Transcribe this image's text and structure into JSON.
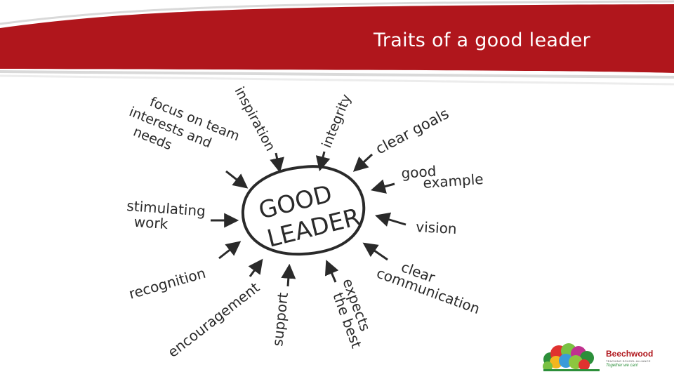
{
  "slide": {
    "title": "Traits of a good leader",
    "accent_color": "#b0161c"
  },
  "diagram": {
    "center": {
      "line1": "GOOD",
      "line2": "LEADER"
    },
    "traits": [
      {
        "id": "focus",
        "lines": [
          "focus on team",
          "interests and",
          "needs"
        ]
      },
      {
        "id": "inspiration",
        "lines": [
          "inspiration"
        ]
      },
      {
        "id": "integrity",
        "lines": [
          "integrity"
        ]
      },
      {
        "id": "clear-goals",
        "lines": [
          "clear goals"
        ]
      },
      {
        "id": "good-example",
        "lines": [
          "good",
          "example"
        ]
      },
      {
        "id": "vision",
        "lines": [
          "vision"
        ]
      },
      {
        "id": "clear-communication",
        "lines": [
          "clear",
          "communication"
        ]
      },
      {
        "id": "expects-the-best",
        "lines": [
          "expects",
          "the best"
        ]
      },
      {
        "id": "support",
        "lines": [
          "support"
        ]
      },
      {
        "id": "encouragement",
        "lines": [
          "encouragement"
        ]
      },
      {
        "id": "recognition",
        "lines": [
          "recognition"
        ]
      },
      {
        "id": "stimulating-work",
        "lines": [
          "stimulating",
          "work"
        ]
      }
    ]
  },
  "logo": {
    "name": "Beechwood",
    "subtitle": "TEACHING SCHOOL ALLIANCE",
    "tagline": "Together we can!"
  }
}
